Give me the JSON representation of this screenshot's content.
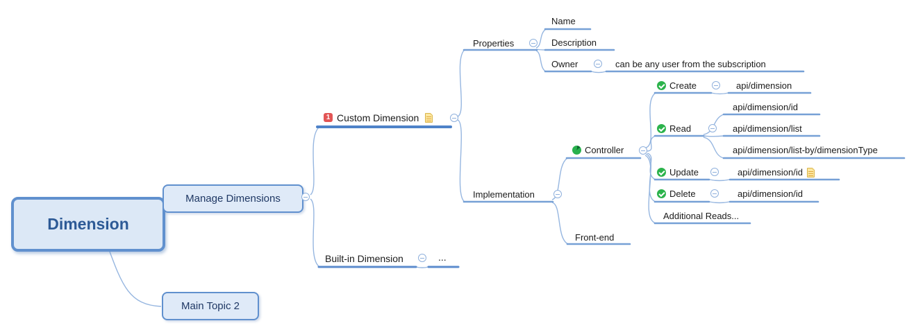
{
  "app": {
    "view": "mind-map"
  },
  "palette": {
    "background": "#ffffff",
    "branch_line": "#76a0d6",
    "main_branch_line": "#4e82c8",
    "level2_line": "#5b8bcd",
    "curve_line": "#96b6e0",
    "box_fill": "#dfeaf8",
    "box_border": "#6090ce",
    "root_text": "#2d5a96",
    "box_text": "#1f3864",
    "topic_text": "#1a1a1a",
    "collapse_border": "#8fb0dc",
    "priority_red": "#e25555",
    "check_green": "#2cb34c",
    "note_yellow": "#fbe7a1"
  },
  "topics": {
    "root": {
      "label": "Dimension"
    },
    "manage": {
      "label": "Manage Dimensions"
    },
    "main2": {
      "label": "Main Topic 2"
    },
    "custom": {
      "label": "Custom Dimension",
      "badge": "1",
      "markers": [
        "priority-1",
        "note"
      ]
    },
    "builtin": {
      "label": "Built-in Dimension"
    },
    "builtin_child": {
      "label": "..."
    },
    "properties": {
      "label": "Properties"
    },
    "name": {
      "label": "Name"
    },
    "description": {
      "label": "Description"
    },
    "owner": {
      "label": "Owner"
    },
    "owner_note": {
      "label": "can be any user from the subscription"
    },
    "implementation": {
      "label": "Implementation"
    },
    "frontend": {
      "label": "Front-end"
    },
    "controller": {
      "label": "Controller",
      "markers": [
        "task-progress"
      ]
    },
    "create": {
      "label": "Create",
      "markers": [
        "check"
      ]
    },
    "create_api": {
      "label": "api/dimension"
    },
    "read": {
      "label": "Read",
      "markers": [
        "check"
      ]
    },
    "read_api_id": {
      "label": "api/dimension/id"
    },
    "read_api_list": {
      "label": "api/dimension/list"
    },
    "read_api_listby": {
      "label": "api/dimension/list-by/dimensionType"
    },
    "update": {
      "label": "Update",
      "markers": [
        "check"
      ]
    },
    "update_api": {
      "label": "api/dimension/id",
      "markers": [
        "note"
      ]
    },
    "delete": {
      "label": "Delete",
      "markers": [
        "check"
      ]
    },
    "delete_api": {
      "label": "api/dimension/id"
    },
    "additional": {
      "label": "Additional Reads..."
    }
  }
}
